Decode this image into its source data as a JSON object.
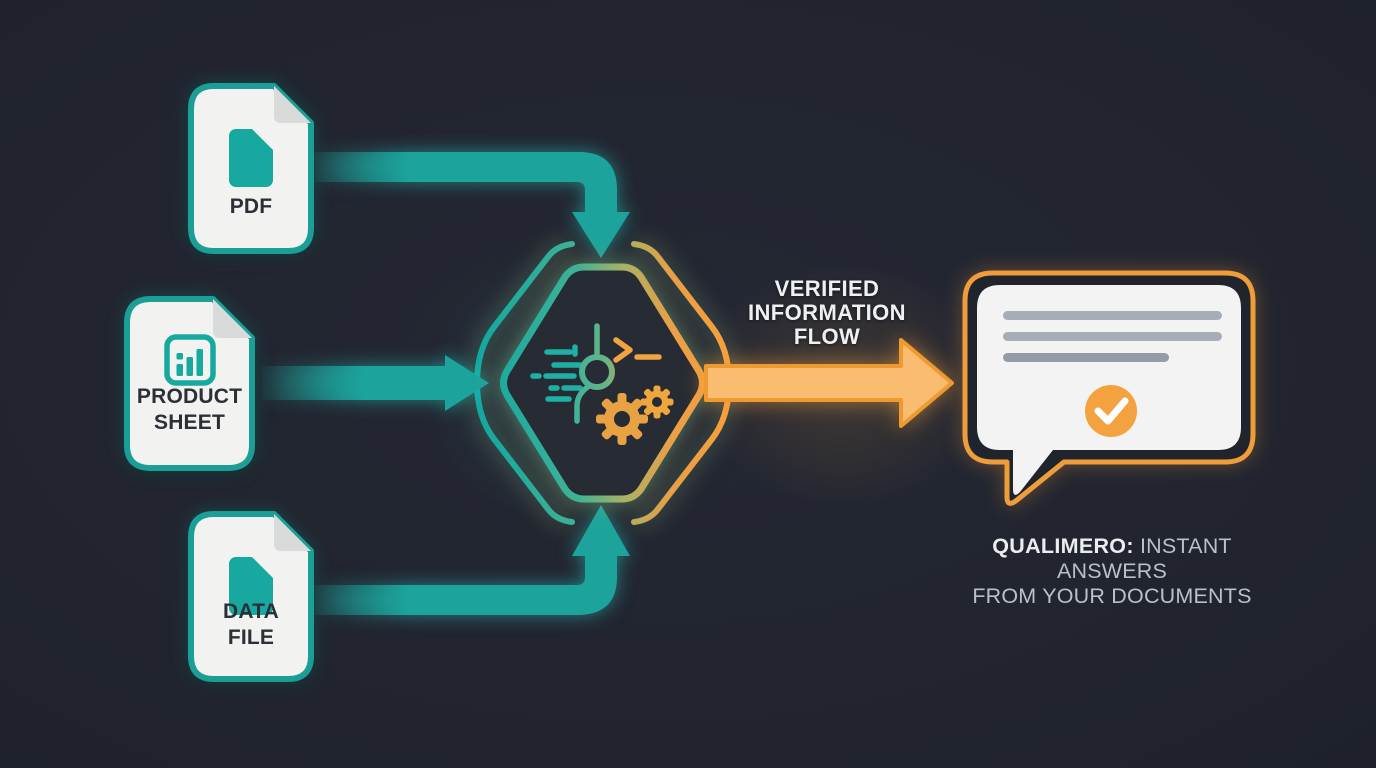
{
  "colors": {
    "background": "#21242e",
    "teal": "#1ca49c",
    "teal_border": "#1b9e95",
    "orange": "#f2a341",
    "orange_deep": "#ee9a31",
    "orange_light": "#f9bc70",
    "card_fill": "#f2f3f1",
    "card_text": "#2b2f36",
    "light_text": "#eef1f3",
    "muted_text": "#b9c0c8",
    "bubble_line": "#a7adb7"
  },
  "source_cards": [
    {
      "id": "pdf",
      "icon": "document-icon",
      "lines": [
        "PDF"
      ]
    },
    {
      "id": "product-sheet",
      "icon": "bar-chart-icon",
      "lines": [
        "PRODUCT",
        "SHEET"
      ]
    },
    {
      "id": "data-file",
      "icon": "document-icon",
      "lines": [
        "DATA",
        "FILE"
      ]
    }
  ],
  "processor": {
    "icons": [
      "speed-lines-icon",
      "git-branch-icon",
      "terminal-prompt-icon",
      "gears-icon"
    ]
  },
  "flow_label": {
    "line1": "VERIFIED",
    "line2": "INFORMATION",
    "line3": "FLOW"
  },
  "output_bubble": {
    "icon": "check-circle-icon",
    "text_lines_shown": 3
  },
  "caption": {
    "brand": "QUALIMERO:",
    "rest1": " INSTANT ANSWERS",
    "line2": "FROM YOUR DOCUMENTS"
  }
}
